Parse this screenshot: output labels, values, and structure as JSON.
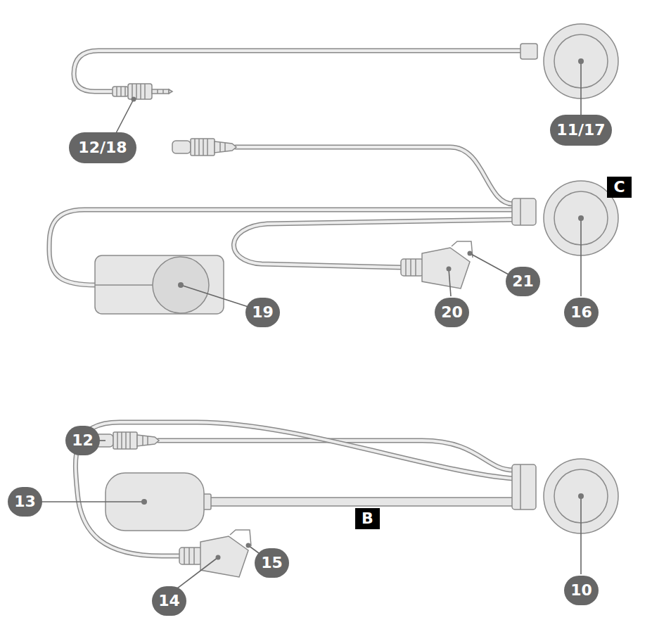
{
  "diagram": {
    "labels": [
      "11/17",
      "12/18",
      "C",
      "21",
      "16",
      "19",
      "20",
      "12",
      "13",
      "B",
      "15",
      "10",
      "14"
    ]
  }
}
